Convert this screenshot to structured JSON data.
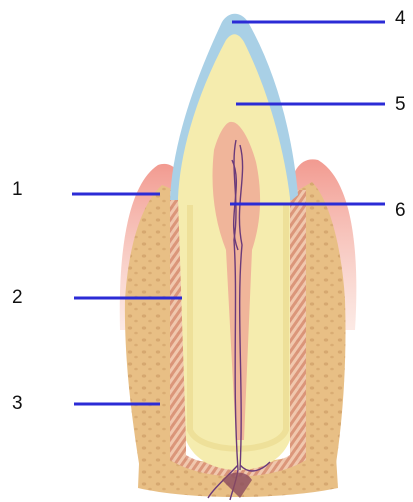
{
  "labels": {
    "l1": "1",
    "l2": "2",
    "l3": "3",
    "l4": "4",
    "l5": "5",
    "l6": "6"
  },
  "colors": {
    "leader": "#2b2bd6",
    "enamel": "#a9d0e6",
    "dentin": "#f5ecae",
    "pulp": "#f0b59a",
    "gum": "#f3a89c",
    "bone": "#e8bf85",
    "ligament": "#d98f78",
    "vessels": "#6a3a7a"
  }
}
